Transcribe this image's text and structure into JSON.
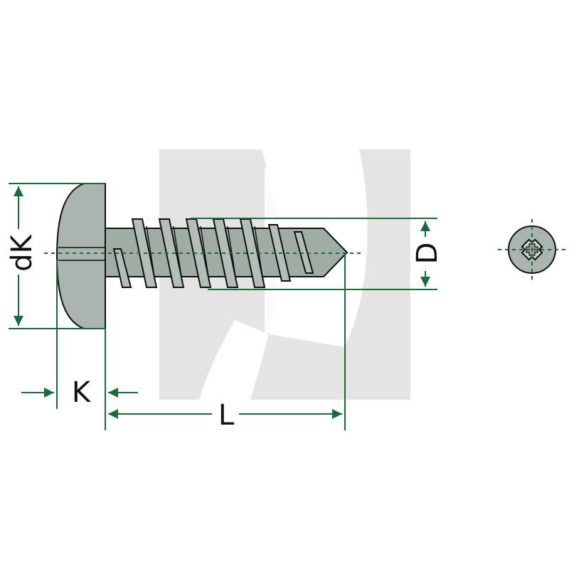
{
  "labels": {
    "head_diameter": "dK",
    "head_height": "K",
    "length": "L",
    "thread_diameter": "D"
  },
  "colors": {
    "dimension": "#1a6b3c",
    "screw_fill": "#a9b5ae",
    "outline": "#111111",
    "watermark": "#e6e6e6",
    "background": "#ffffff"
  },
  "icons": {
    "watermark": "logo-watermark",
    "drive": "phillips-cross-recess"
  }
}
